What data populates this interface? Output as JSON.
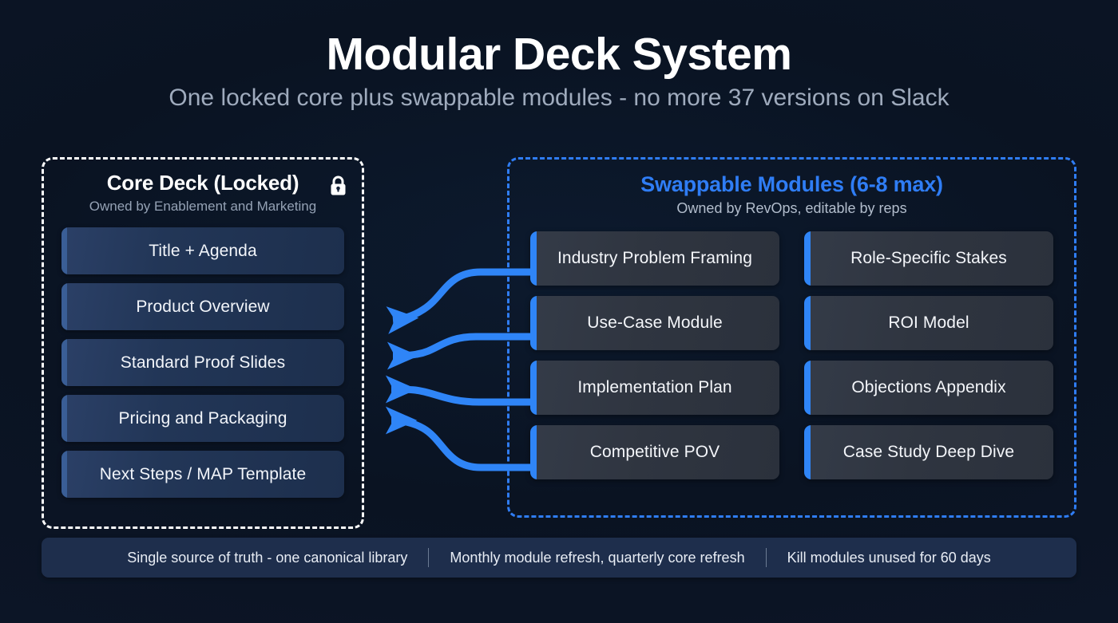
{
  "header": {
    "title": "Modular Deck System",
    "subtitle": "One locked core plus swappable modules - no more 37 versions on Slack"
  },
  "core_panel": {
    "title": "Core Deck (Locked)",
    "subtitle": "Owned by Enablement and Marketing",
    "lock_icon": "lock-icon",
    "border_color": "#ffffff",
    "accent_color": "#3a5e96",
    "cards": [
      {
        "label": "Title + Agenda"
      },
      {
        "label": "Product Overview"
      },
      {
        "label": "Standard Proof Slides"
      },
      {
        "label": "Pricing and Packaging"
      },
      {
        "label": "Next Steps / MAP Template"
      }
    ]
  },
  "modules_panel": {
    "title": "Swappable Modules (6-8 max)",
    "subtitle": "Owned by RevOps, editable by reps",
    "border_color": "#2f7df5",
    "accent_color": "#2f85f7",
    "title_color": "#2f7df5",
    "cards": [
      {
        "label": "Industry Problem Framing"
      },
      {
        "label": "Role-Specific Stakes"
      },
      {
        "label": "Use-Case Module"
      },
      {
        "label": "ROI Model"
      },
      {
        "label": "Implementation Plan"
      },
      {
        "label": "Objections Appendix"
      },
      {
        "label": "Competitive POV"
      },
      {
        "label": "Case Study Deep Dive"
      }
    ]
  },
  "connectors": {
    "color": "#2f85f7",
    "count": 4,
    "description": "Four curved arrows flowing from the swappable module column into the locked core deck"
  },
  "footer": {
    "items": [
      "Single source of truth - one canonical library",
      "Monthly module refresh, quarterly core refresh",
      "Kill modules unused for 60 days"
    ],
    "background": "#1e2e4c"
  },
  "theme": {
    "background": "#0b1628",
    "text_primary": "#ffffff",
    "text_muted": "#9fabbd",
    "accent_blue": "#2f85f7"
  }
}
